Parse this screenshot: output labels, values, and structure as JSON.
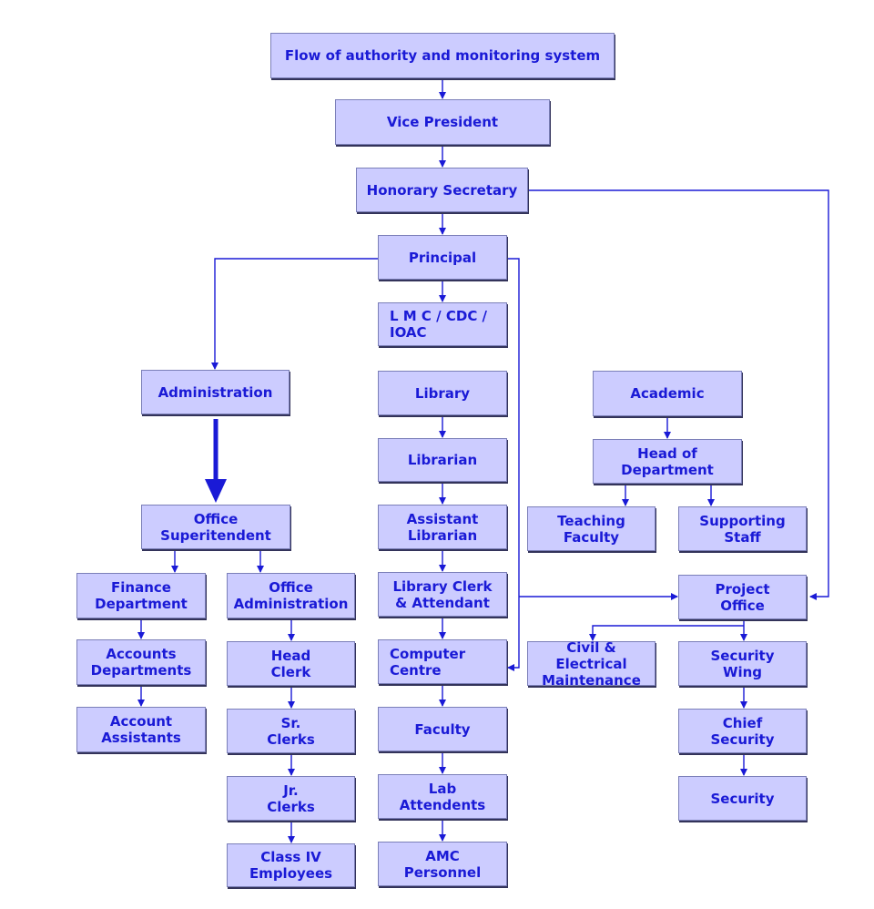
{
  "diagram": {
    "title": "Flow of authority and monitoring system",
    "nodes": {
      "vice_president": "Vice President",
      "honorary_secretary": "Honorary Secretary",
      "principal": "Principal",
      "lmc": "L M C / CDC /\nIOAC",
      "administration": "Administration",
      "library": "Library",
      "academic": "Academic",
      "librarian": "Librarian",
      "head_of_department": "Head of\nDepartment",
      "office_superintendent": "Office\nSuperitendent",
      "assistant_librarian": "Assistant\nLibrarian",
      "teaching_faculty": "Teaching\nFaculty",
      "supporting_staff": "Supporting\nStaff",
      "finance_department": "Finance\nDepartment",
      "office_administration": "Office\nAdministration",
      "library_clerk": "Library Clerk\n& Attendant",
      "project_office": "Project\nOffice",
      "accounts_departments": "Accounts\nDepartments",
      "head_clerk": "Head\nClerk",
      "computer_centre": "Computer\n   Centre",
      "civil_electrical": "Civil & Electrical\nMaintenance",
      "security_wing": "Security\nWing",
      "account_assistants": "Account\nAssistants",
      "sr_clerks": "Sr.\nClerks",
      "faculty": "Faculty",
      "chief_security": "Chief\nSecurity",
      "jr_clerks": "Jr.\nClerks",
      "lab_attendents": "Lab\nAttendents",
      "security": "Security",
      "class_iv": "Class IV\nEmployees",
      "amc_personnel": "AMC\nPersonnel"
    },
    "colors": {
      "box_fill": "#ccccff",
      "box_border": "#7b7fb8",
      "text": "#1a1ad6",
      "connector": "#1a1ad6"
    }
  }
}
